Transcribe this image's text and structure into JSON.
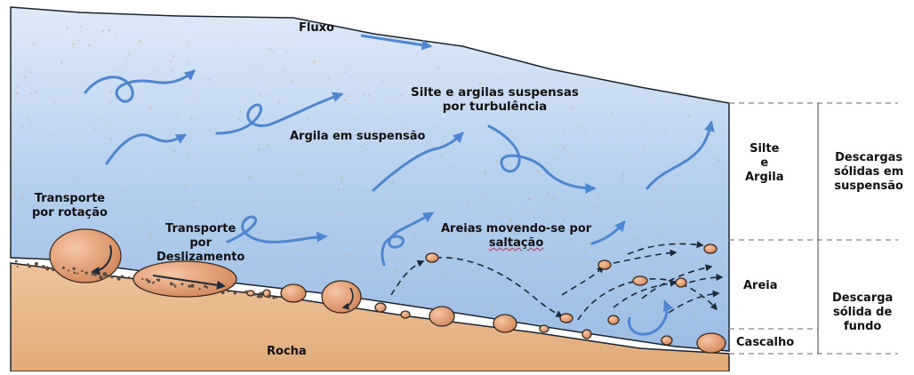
{
  "labels": {
    "flow": "Fluxo",
    "silt_clay_suspended": [
      "Silte e argilas suspensas",
      "por turbulência"
    ],
    "clay_suspension": "Argila em suspensão",
    "rotation": [
      "Transporte",
      "por rotação"
    ],
    "sliding": [
      "Transporte",
      "por",
      "Deslizamento"
    ],
    "saltation": [
      "Areias movendo-se por",
      "saltação"
    ],
    "rock": "Rocha",
    "layer_silt_clay": [
      "Silte",
      "e",
      "Argila"
    ],
    "layer_sand": "Areia",
    "layer_gravel": "Cascalho",
    "suspended_load": [
      "Descargas",
      "sólidas em",
      "suspensão"
    ],
    "bed_load": [
      "Descarga",
      "sólida de",
      "fundo"
    ]
  },
  "colors": {
    "water_top": "#cddff3",
    "water_bottom": "#9fc0e6",
    "sediment": "#e8b98a",
    "arrow": "#4f86d2",
    "pebble": "#e3a27a"
  }
}
